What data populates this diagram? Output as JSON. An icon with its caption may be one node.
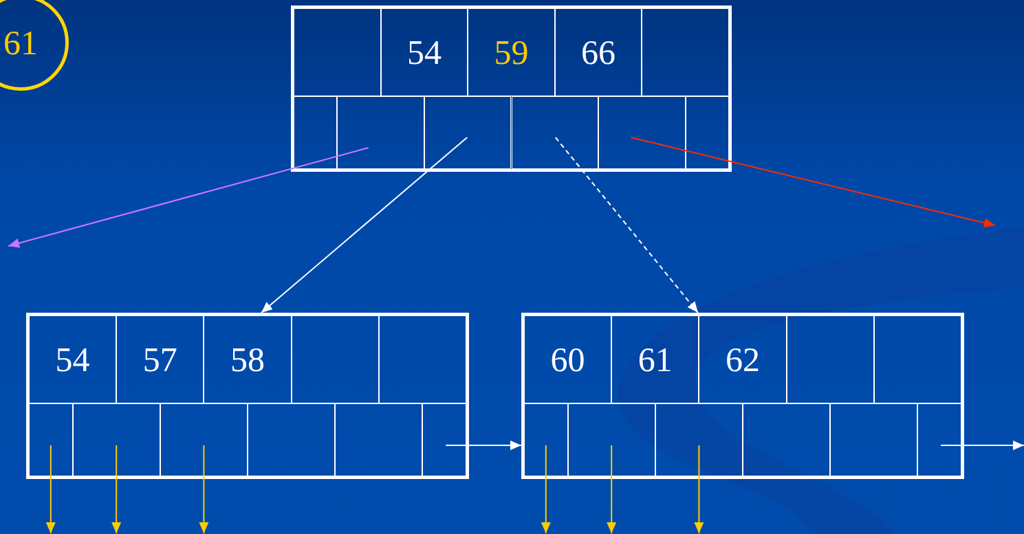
{
  "diagram": {
    "nodes": [
      {
        "text": [
          "61"
        ]
      },
      {
        "text": [],
        "shape": "box"
      },
      {
        "text": [],
        "shape": "box",
        "in": 1
      },
      {
        "text": [
          "54"
        ],
        "in": 1
      },
      {
        "text": [
          "59"
        ],
        "in": 1
      },
      {
        "text": [
          "66"
        ],
        "in": 1
      },
      {
        "text": [],
        "shape": "box",
        "in": 1
      },
      {
        "text": [],
        "shape": "box",
        "in": 1
      },
      {
        "text": [],
        "shape": "box",
        "in": 1
      },
      {
        "text": [],
        "shape": "box",
        "in": 1
      },
      {
        "text": [],
        "shape": "box",
        "in": 1
      },
      {
        "text": [],
        "shape": "box",
        "in": 1
      },
      {
        "text": [],
        "shape": "box",
        "in": 1
      },
      {
        "text": [],
        "shape": "box"
      },
      {
        "text": [
          "54"
        ],
        "in": 13
      },
      {
        "text": [
          "57"
        ],
        "in": 13
      },
      {
        "text": [
          "58"
        ],
        "in": 13
      },
      {
        "text": [],
        "shape": "box",
        "in": 13
      },
      {
        "text": [],
        "shape": "box",
        "in": 13
      },
      {
        "text": [],
        "shape": "box",
        "in": 13
      },
      {
        "text": [],
        "shape": "box",
        "in": 13
      },
      {
        "text": [],
        "shape": "box",
        "in": 13
      },
      {
        "text": [],
        "shape": "box",
        "in": 13
      },
      {
        "text": [],
        "shape": "box",
        "in": 13
      },
      {
        "text": [],
        "shape": "box",
        "in": 13
      },
      {
        "text": [],
        "shape": "box"
      },
      {
        "text": [
          "60"
        ],
        "in": 25
      },
      {
        "text": [
          "61"
        ],
        "in": 25
      },
      {
        "text": [
          "62"
        ],
        "in": 25
      },
      {
        "text": [],
        "shape": "box",
        "in": 25
      },
      {
        "text": [],
        "shape": "box",
        "in": 25
      },
      {
        "text": [],
        "shape": "box",
        "in": 25
      },
      {
        "text": [],
        "shape": "box",
        "in": 25
      },
      {
        "text": [],
        "shape": "box",
        "in": 25
      },
      {
        "text": [],
        "shape": "box",
        "in": 25
      },
      {
        "text": [],
        "shape": "box",
        "in": 25
      },
      {
        "text": [],
        "shape": "box",
        "in": 25
      }
    ],
    "edges": [
      {
        "from": 8,
        "to": null,
        "arrow": "to",
        "color": "#cc77ff"
      },
      {
        "from": 9,
        "to": 13,
        "arrow": "to",
        "color": "#ffffff"
      },
      {
        "from": 10,
        "to": 25,
        "arrow": "to",
        "style": "dashed",
        "color": "#ffffff"
      },
      {
        "from": 11,
        "to": null,
        "arrow": "to",
        "color": "#ff2a00"
      },
      {
        "from": 19,
        "to": null,
        "arrow": "to",
        "color": "#ffcc00"
      },
      {
        "from": 20,
        "to": null,
        "arrow": "to",
        "color": "#ffcc00"
      },
      {
        "from": 21,
        "to": null,
        "arrow": "to",
        "color": "#ffcc00"
      },
      {
        "from": 24,
        "to": 25,
        "arrow": "to",
        "color": "#ffffff"
      },
      {
        "from": 31,
        "to": null,
        "arrow": "to",
        "color": "#ffcc00"
      },
      {
        "from": 32,
        "to": null,
        "arrow": "to",
        "color": "#ffcc00"
      },
      {
        "from": 33,
        "to": null,
        "arrow": "to",
        "color": "#ffcc00"
      },
      {
        "from": 36,
        "to": null,
        "arrow": "to",
        "color": "#ffffff"
      }
    ]
  }
}
